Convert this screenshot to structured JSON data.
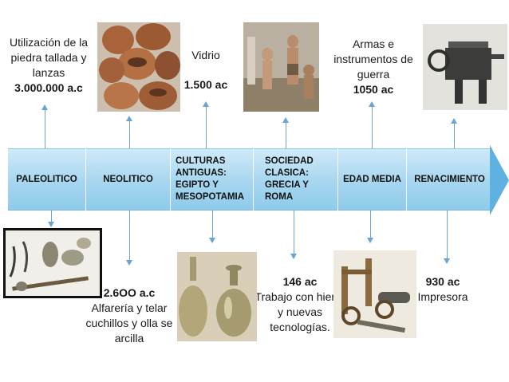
{
  "timeline": {
    "segments": [
      {
        "label": "PALEOLITICO"
      },
      {
        "label": "NEOLITICO"
      },
      {
        "label": "CULTURAS\nANTIGUAS:\nEGIPTO  Y\nMESOPOTAMIA"
      },
      {
        "label": "SOCIEDAD\nCLASICA:\nGRECIA Y\nROMA"
      },
      {
        "label": "EDAD MEDIA"
      },
      {
        "label": "RENACIMIENTO"
      }
    ]
  },
  "events": {
    "paleolitico": {
      "text": "Utilización de la piedra tallada y lanzas",
      "date": "3.000.000  a.c"
    },
    "neolitico": {
      "date": "2.6OO a.c",
      "text": "Alfarería y telar cuchillos y olla se arcilla"
    },
    "culturas": {
      "text": "Vidrio",
      "date": "1.500 ac"
    },
    "clasica": {
      "date": "146 ac",
      "text": "Trabajo con hierro y nuevas tecnologías."
    },
    "edad_media": {
      "text": "Armas e instrumentos de guerra",
      "date": "1050 ac"
    },
    "renacimiento": {
      "date": "930 ac",
      "text": "Impresora"
    }
  },
  "colors": {
    "band": "#a6d6f0",
    "arrow": "#5fb1e2",
    "connector": "#6aa4d0"
  }
}
